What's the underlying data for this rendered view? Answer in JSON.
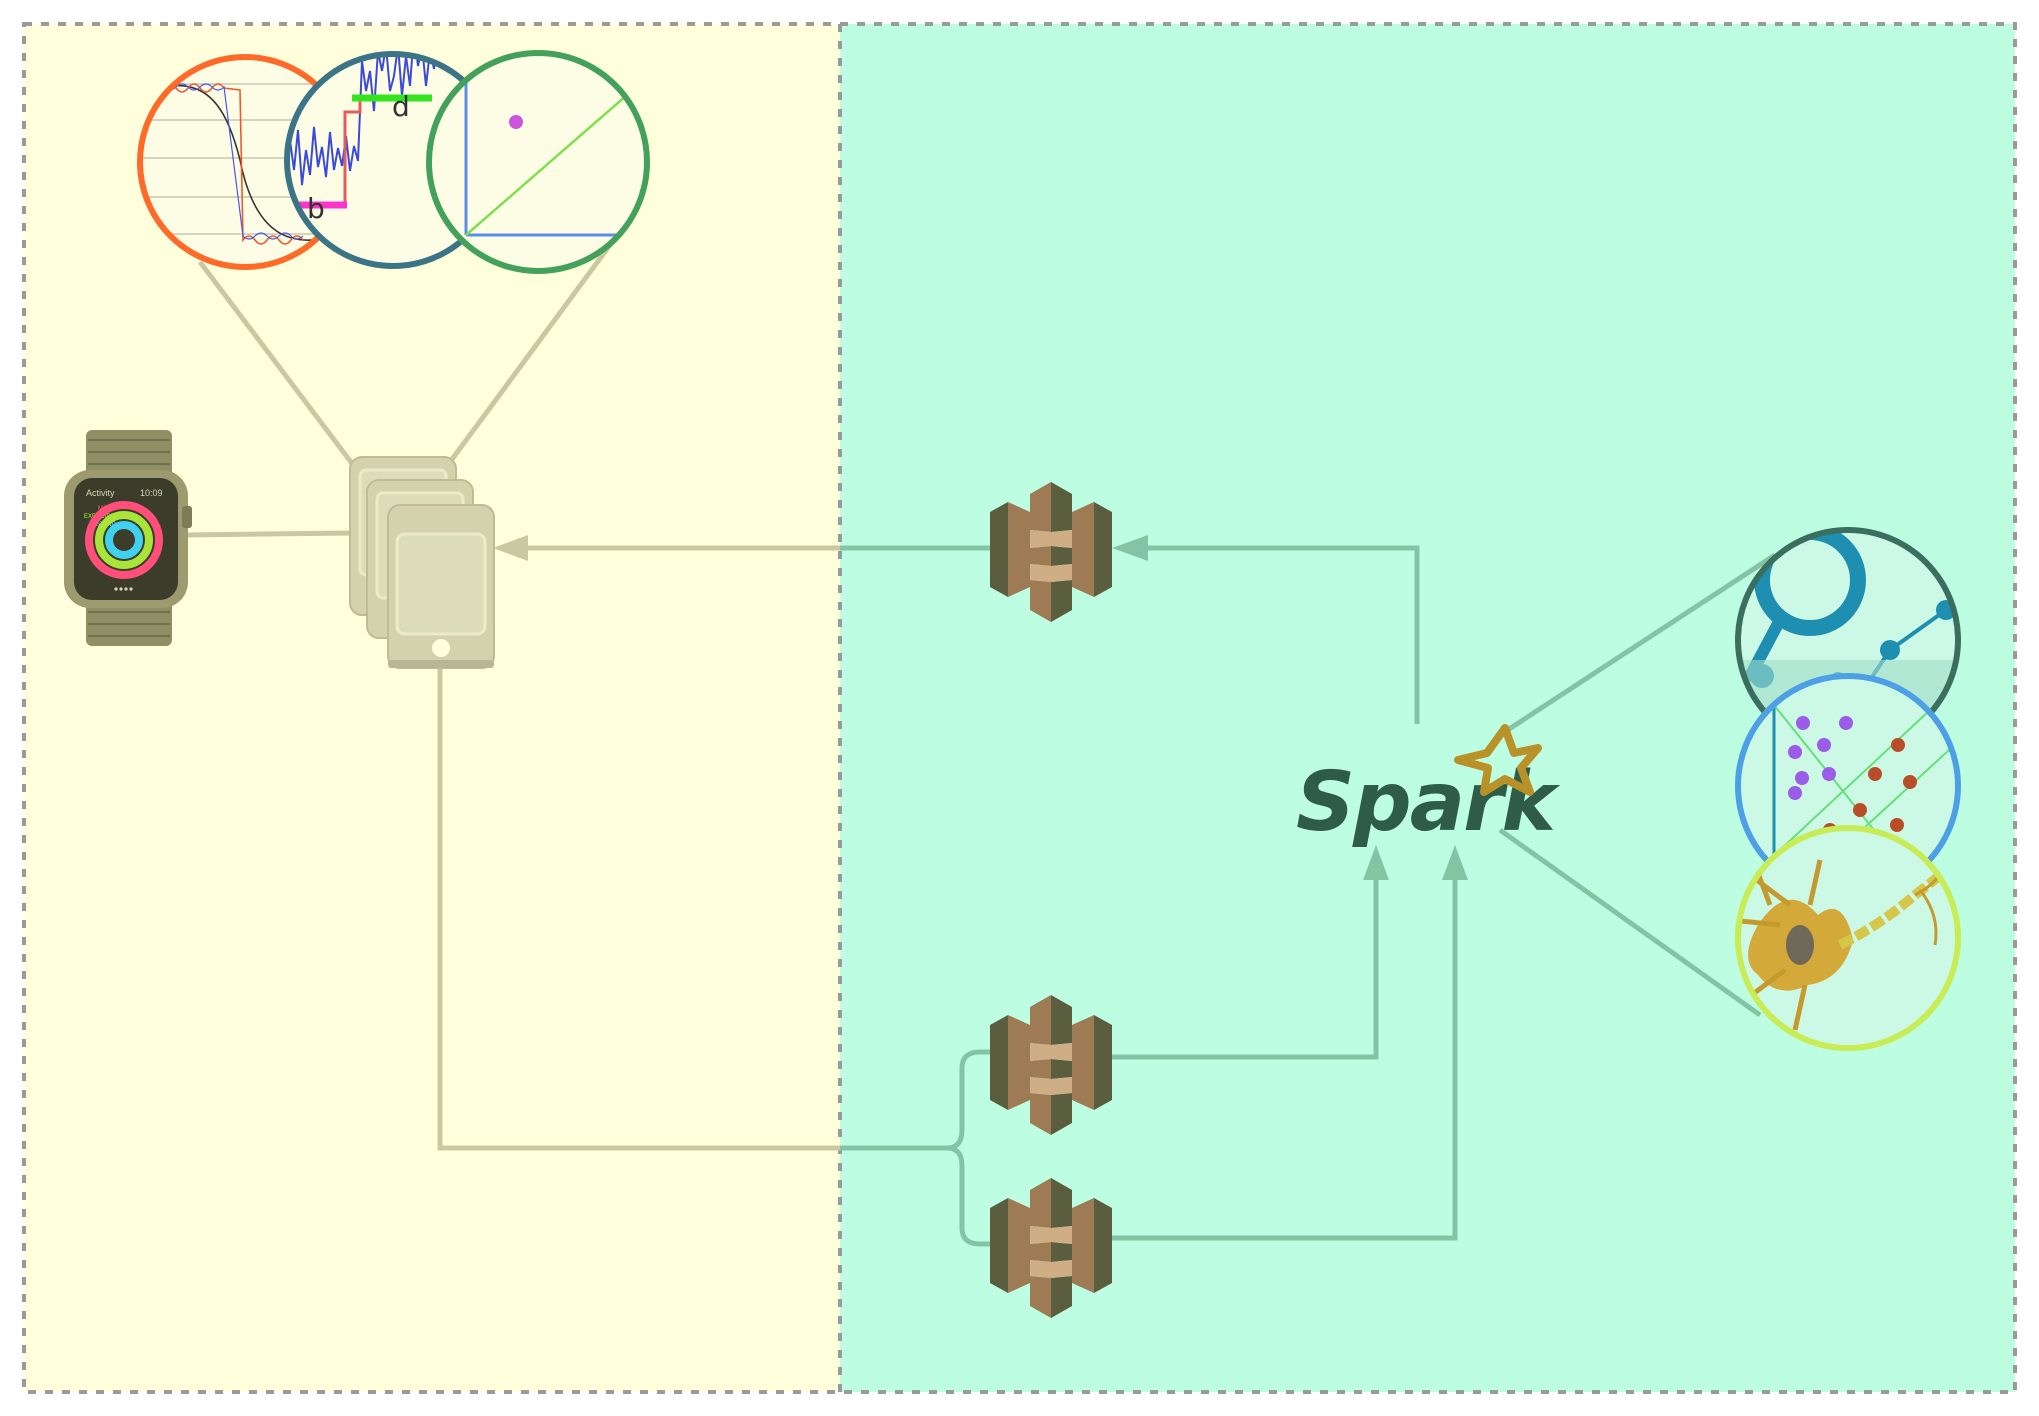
{
  "colors": {
    "device_zone": "#ffffdc",
    "cloud_zone": "#bdfde1",
    "zone_border": "#9a9a9a",
    "device_connector": "#c8c9a2",
    "cloud_connector": "#84c4a5",
    "phone": "#d3d2ad",
    "bucket_light": "#9e7a55",
    "bucket_dark": "#5b5e3e",
    "spark_text": "#2f5c48",
    "spark_star": "#b89128",
    "lens_orange": "#ff6a28",
    "lens_teal": "#3b7486",
    "lens_green": "#44a15b",
    "lens_darkteal": "#3a6f60",
    "lens_blue": "#4ea0e6",
    "lens_lime": "#c8ec55"
  },
  "watch": {
    "app_title": "Activity",
    "time": "10:09",
    "ring_move": "MOVE",
    "ring_exercise": "EXERCISE",
    "ring_stand": "STAND"
  },
  "signal_lenses": {
    "segment_label_b": "b",
    "segment_label_d": "d"
  },
  "spark": {
    "logo_text": "Spark"
  },
  "icons": {
    "watch": "smartwatch-icon",
    "phones": "mobile-device-stack-icon",
    "bucket": "storage-bucket-icon",
    "spark": "spark-logo",
    "neuron": "neuron-icon"
  }
}
